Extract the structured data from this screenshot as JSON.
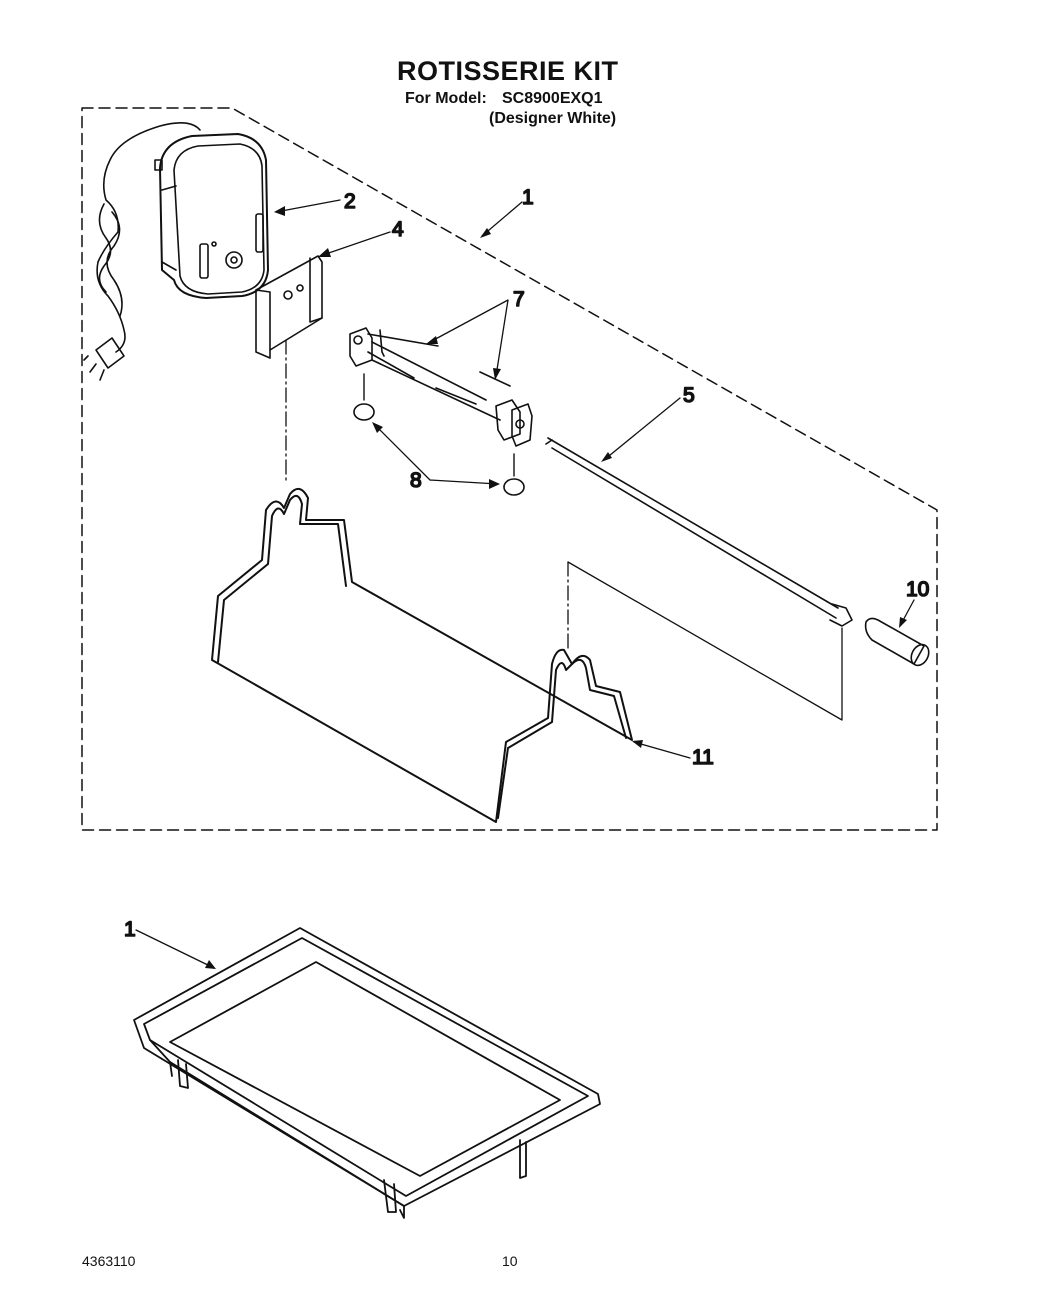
{
  "header": {
    "title": "ROTISSERIE KIT",
    "model_label": "For Model:",
    "model_number": "SC8900EXQ1",
    "model_finish": "(Designer White)"
  },
  "callouts": {
    "rotisserie_kit_assembly": "1",
    "motor": "2",
    "motor_bracket": "4",
    "spit_rod": "5",
    "spit_forks": "7",
    "thumb_screws": "8",
    "spit_handle": "10",
    "rotisserie_rack": "11",
    "drip_pan": "1"
  },
  "footer": {
    "document_number": "4363110",
    "page_number": "10"
  }
}
